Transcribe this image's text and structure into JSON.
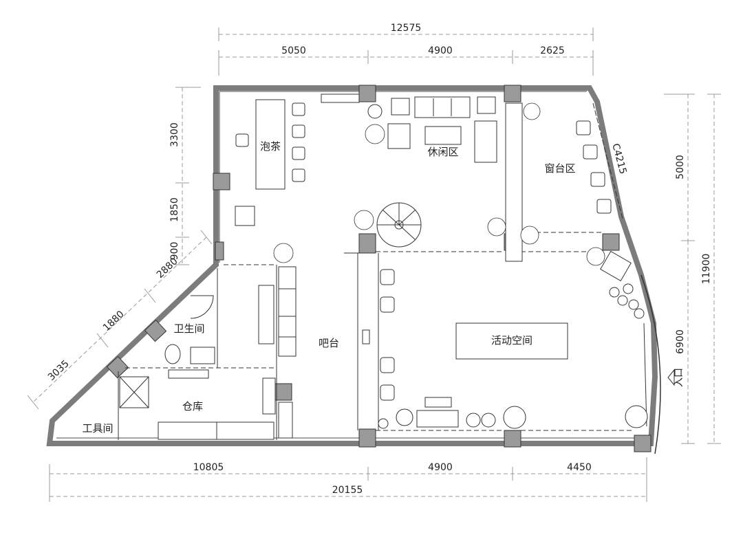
{
  "plan": {
    "dimensions": {
      "top_total": "12575",
      "top_1": "5050",
      "top_2": "4900",
      "top_3": "2625",
      "left_1": "3300",
      "left_2": "1850",
      "left_3": "900",
      "diag_1": "2880",
      "diag_2": "1880",
      "diag_3": "3035",
      "right_1": "5000",
      "right_total": "11900",
      "right_2": "6900",
      "bottom_1": "10805",
      "bottom_2": "4900",
      "bottom_3": "4450",
      "bottom_total": "20155",
      "window_curve": "C4215"
    },
    "rooms": {
      "tea": "泡茶",
      "lounge": "休闲区",
      "window_area": "窗台区",
      "bar": "吧台",
      "activity": "活动空间",
      "restroom": "卫生间",
      "storage": "仓库",
      "tools": "工具间",
      "entrance": "入口"
    }
  }
}
